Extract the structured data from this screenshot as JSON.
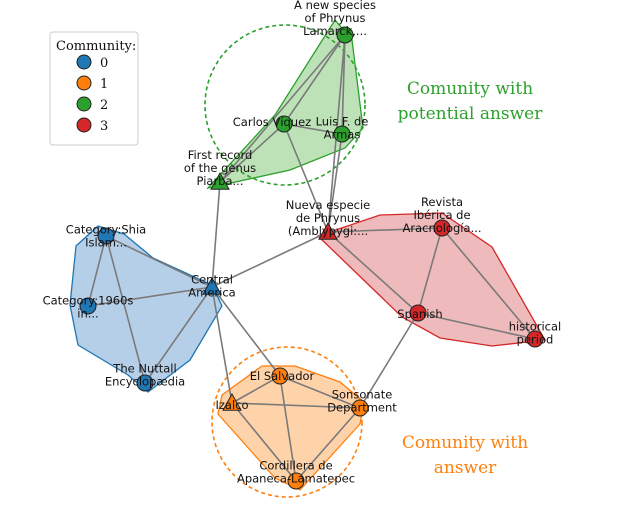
{
  "legend": {
    "title": "Community:",
    "items": [
      {
        "label": "0",
        "color": "#1f77b4"
      },
      {
        "label": "1",
        "color": "#ff7f0e"
      },
      {
        "label": "2",
        "color": "#2ca02c"
      },
      {
        "label": "3",
        "color": "#d62728"
      }
    ]
  },
  "annotations": {
    "green": {
      "lines": [
        "Comunity with",
        "potential answer"
      ],
      "color": "#2ca02c"
    },
    "orange": {
      "lines": [
        "Comunity with",
        "answer"
      ],
      "color": "#ff7f0e"
    }
  },
  "community_colors": {
    "0": {
      "fill": "#9dbfe0",
      "stroke": "#1f77b4",
      "node": "#1f77b4"
    },
    "1": {
      "fill": "#ffc48e",
      "stroke": "#ff7f0e",
      "node": "#ff7f0e"
    },
    "2": {
      "fill": "#a8d8a0",
      "stroke": "#2ca02c",
      "node": "#2ca02c"
    },
    "3": {
      "fill": "#e9a3a4",
      "stroke": "#d62728",
      "node": "#d62728"
    }
  },
  "nodes": [
    {
      "id": "phrynus",
      "community": "2",
      "shape": "circle",
      "label": [
        "A new species",
        "of Phrynus",
        "Lamarck,..."
      ]
    },
    {
      "id": "carlos",
      "community": "2",
      "shape": "circle",
      "label": [
        "Carlos Víquez"
      ]
    },
    {
      "id": "luis",
      "community": "2",
      "shape": "circle",
      "label": [
        "Luis F. de",
        "Armas"
      ]
    },
    {
      "id": "first",
      "community": "2",
      "shape": "triangle",
      "label": [
        "First record",
        "of the genus",
        "Piarba..."
      ]
    },
    {
      "id": "nueva",
      "community": "3",
      "shape": "triangle",
      "label": [
        "Nueva especie",
        "de Phrynus",
        "(Amblypygi:..."
      ]
    },
    {
      "id": "revista",
      "community": "3",
      "shape": "circle",
      "label": [
        "Revista",
        "Ibérica de",
        "Aracnología..."
      ]
    },
    {
      "id": "spanish",
      "community": "3",
      "shape": "circle",
      "label": [
        "Spanish"
      ]
    },
    {
      "id": "historical",
      "community": "3",
      "shape": "circle",
      "label": [
        "historical",
        "period"
      ]
    },
    {
      "id": "shia",
      "community": "0",
      "shape": "circle",
      "label": [
        "Category:Shia",
        "Islam..."
      ]
    },
    {
      "id": "cat1960",
      "community": "0",
      "shape": "circle",
      "label": [
        "Category:1960s",
        "in..."
      ]
    },
    {
      "id": "central",
      "community": "0",
      "shape": "triangle",
      "label": [
        "Central",
        "America"
      ]
    },
    {
      "id": "nuttall",
      "community": "0",
      "shape": "circle",
      "label": [
        "The Nuttall",
        "Encyclopædia"
      ]
    },
    {
      "id": "salvador",
      "community": "1",
      "shape": "circle",
      "label": [
        "El Salvador"
      ]
    },
    {
      "id": "izalco",
      "community": "1",
      "shape": "triangle",
      "label": [
        "Izalco"
      ]
    },
    {
      "id": "sonsonate",
      "community": "1",
      "shape": "circle",
      "label": [
        "Sonsonate",
        "Department"
      ]
    },
    {
      "id": "cordillera",
      "community": "1",
      "shape": "circle",
      "label": [
        "Cordillera de",
        "Apaneca-Lamatepec"
      ]
    }
  ],
  "edges": [
    [
      "phrynus",
      "carlos"
    ],
    [
      "phrynus",
      "luis"
    ],
    [
      "phrynus",
      "first"
    ],
    [
      "phrynus",
      "nueva"
    ],
    [
      "carlos",
      "luis"
    ],
    [
      "carlos",
      "first"
    ],
    [
      "carlos",
      "nueva"
    ],
    [
      "luis",
      "nueva"
    ],
    [
      "first",
      "central"
    ],
    [
      "nueva",
      "revista"
    ],
    [
      "nueva",
      "spanish"
    ],
    [
      "nueva",
      "central"
    ],
    [
      "revista",
      "spanish"
    ],
    [
      "revista",
      "historical"
    ],
    [
      "spanish",
      "historical"
    ],
    [
      "spanish",
      "sonsonate"
    ],
    [
      "shia",
      "central"
    ],
    [
      "shia",
      "cat1960"
    ],
    [
      "cat1960",
      "central"
    ],
    [
      "nuttall",
      "central"
    ],
    [
      "nuttall",
      "shia"
    ],
    [
      "central",
      "salvador"
    ],
    [
      "central",
      "izalco"
    ],
    [
      "izalco",
      "salvador"
    ],
    [
      "izalco",
      "sonsonate"
    ],
    [
      "izalco",
      "cordillera"
    ],
    [
      "salvador",
      "sonsonate"
    ],
    [
      "salvador",
      "cordillera"
    ],
    [
      "sonsonate",
      "cordillera"
    ]
  ]
}
